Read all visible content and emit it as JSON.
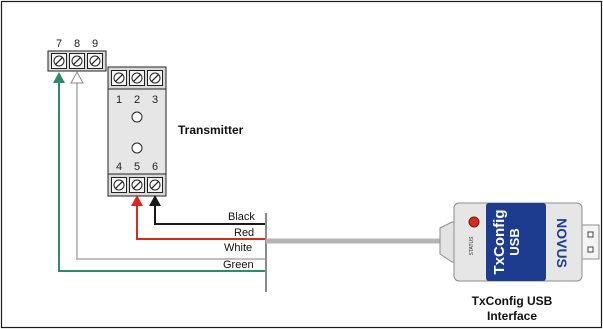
{
  "left_terminals": [
    "7",
    "8",
    "9"
  ],
  "transmitter": {
    "label": "Transmitter",
    "top_terminals": [
      "1",
      "2",
      "3"
    ],
    "bottom_terminals": [
      "4",
      "5",
      "6"
    ]
  },
  "wires": {
    "black": "Black",
    "red": "Red",
    "white": "White",
    "green": "Green"
  },
  "device": {
    "status_label": "STATUS",
    "name_line1": "TxConfig",
    "name_line2": "USB",
    "brand": "NOVUS",
    "caption_line1": "TxConfig USB",
    "caption_line2": "Interface"
  },
  "colors": {
    "black_wire": "#1a1a1a",
    "red_wire": "#d62a1e",
    "white_wire": "#bfbfbf",
    "green_wire": "#2e8b66",
    "device_blue": "#1d3c8f",
    "status_led": "#d62a1e",
    "housing": "#e6e6e6"
  }
}
